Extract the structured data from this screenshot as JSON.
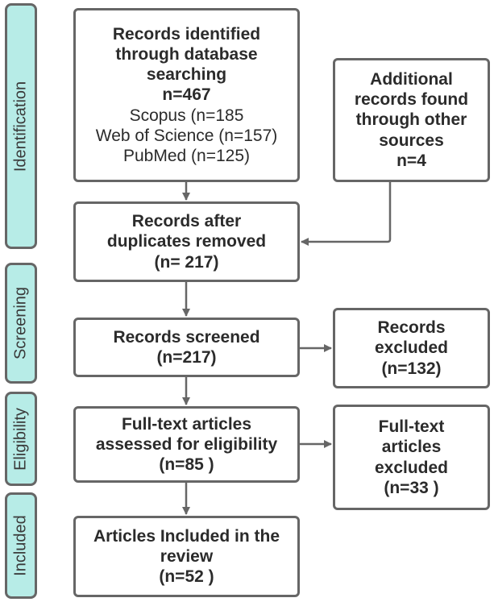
{
  "phases": {
    "identification": "Identification",
    "screening": "Screening",
    "eligibility": "Eligibility",
    "included": "Included"
  },
  "boxes": {
    "db_search": {
      "title_line1": "Records identified",
      "title_line2": "through database",
      "title_line3": "searching",
      "count": "n=467",
      "source1": "Scopus (n=185",
      "source2": "Web of Science (n=157)",
      "source3": "PubMed (n=125)"
    },
    "other_sources": {
      "line1": "Additional",
      "line2": "records found",
      "line3": "through other",
      "line4": "sources",
      "count": "n=4"
    },
    "dedup": {
      "line1": "Records after",
      "line2": "duplicates removed",
      "count": "(n= 217)"
    },
    "screened": {
      "line1": "Records screened",
      "count": "(n=217)"
    },
    "excluded": {
      "line1": "Records",
      "line2": "excluded",
      "count": "(n=132)"
    },
    "fulltext": {
      "line1": "Full-text articles",
      "line2": "assessed for eligibility",
      "count": "(n=85 )"
    },
    "fulltext_excluded": {
      "line1": "Full-text",
      "line2": "articles",
      "line3": "excluded",
      "count": "(n=33 )"
    },
    "included": {
      "line1": "Articles Included in the",
      "line2": "review",
      "count": "(n=52 )"
    }
  },
  "colors": {
    "phase_fill": "#b7ece7",
    "border": "#666666",
    "text": "#2b2b2b"
  }
}
